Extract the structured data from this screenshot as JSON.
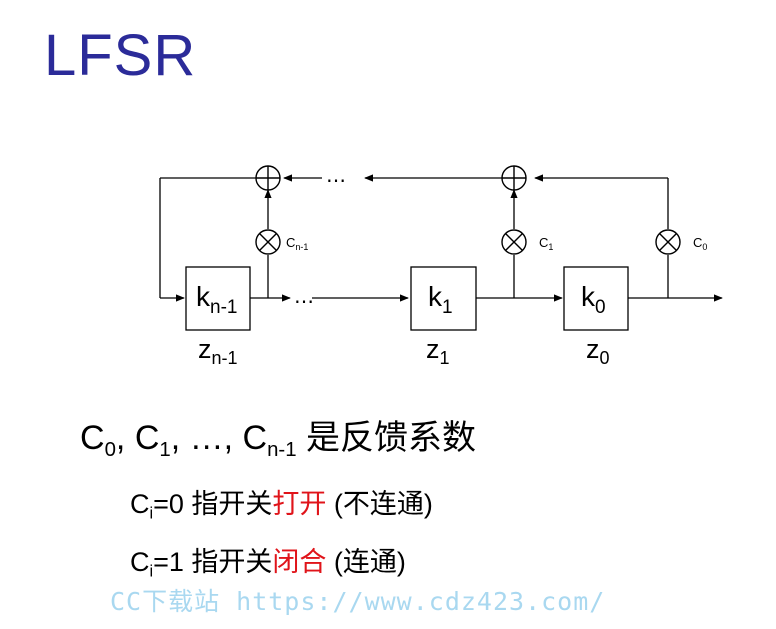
{
  "title": "LFSR",
  "diagram": {
    "boxes": [
      {
        "base": "k",
        "sub": "n-1"
      },
      {
        "base": "k",
        "sub": "1"
      },
      {
        "base": "k",
        "sub": "0"
      }
    ],
    "states": [
      {
        "base": "z",
        "sub": "n-1"
      },
      {
        "base": "z",
        "sub": "1"
      },
      {
        "base": "z",
        "sub": "0"
      }
    ],
    "coefficients": [
      {
        "base": "C",
        "sub": "n-1"
      },
      {
        "base": "C",
        "sub": "1"
      },
      {
        "base": "C",
        "sub": "0"
      }
    ],
    "ellipsis": "…",
    "xor_symbol": "+",
    "mult_symbol": "×"
  },
  "text": {
    "line1": {
      "c0": "C",
      "c0_sub": "0",
      "sep1": ", ",
      "c1": "C",
      "c1_sub": "1",
      "sep2": ", …, ",
      "cn": "C",
      "cn_sub": "n-1",
      "rest": " 是反馈系数"
    },
    "line2": {
      "c": "C",
      "c_sub": "i",
      "eq": "=0 指开关",
      "highlight": "打开",
      "rest": " (不连通)"
    },
    "line3": {
      "c": "C",
      "c_sub": "i",
      "eq": "=1 指开关",
      "highlight": "闭合",
      "rest": " (连通)"
    }
  },
  "watermark": "CC下载站 https://www.cdz423.com/",
  "colors": {
    "title": "#2b2b99",
    "highlight": "#e0141a",
    "watermark": "#a9d8f0"
  }
}
